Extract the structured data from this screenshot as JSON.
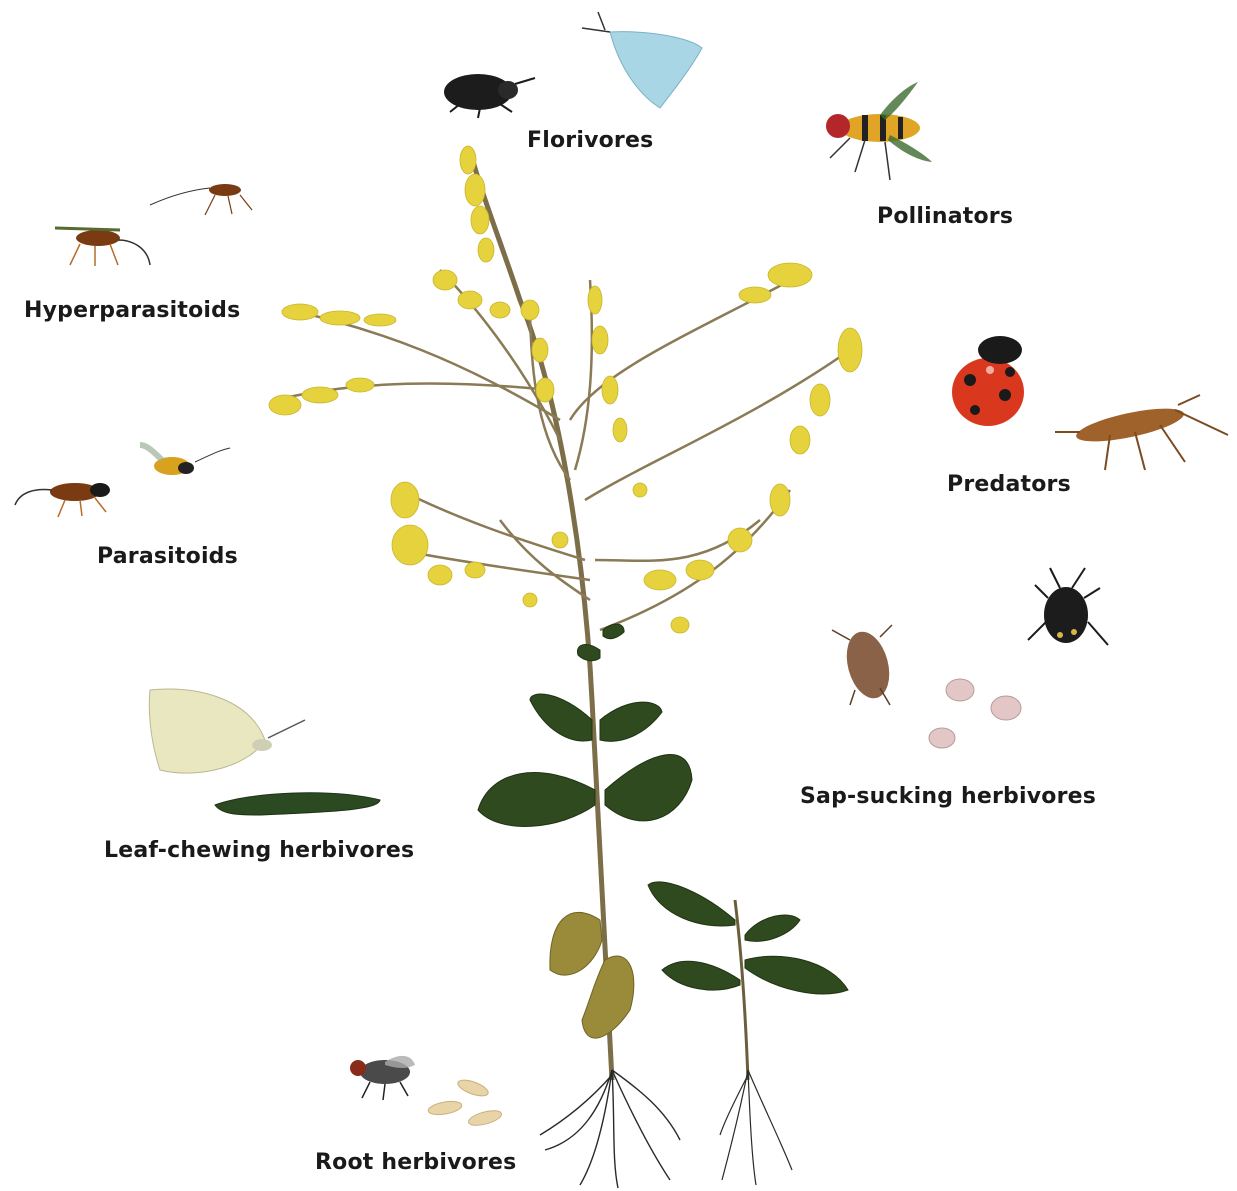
{
  "labels": {
    "florivores": "Florivores",
    "pollinators": "Pollinators",
    "hyperparasitoids": "Hyperparasitoids",
    "predators": "Predators",
    "parasitoids": "Parasitoids",
    "sap_sucking": "Sap-sucking herbivores",
    "leaf_chewing": "Leaf-chewing herbivores",
    "root_herbivores": "Root herbivores"
  },
  "colors": {
    "flower": "#e8d53a",
    "leaf": "#2f4a1f",
    "stem": "#8a7a55",
    "root": "#2a2a2a",
    "label_text": "#1a1a1a"
  }
}
